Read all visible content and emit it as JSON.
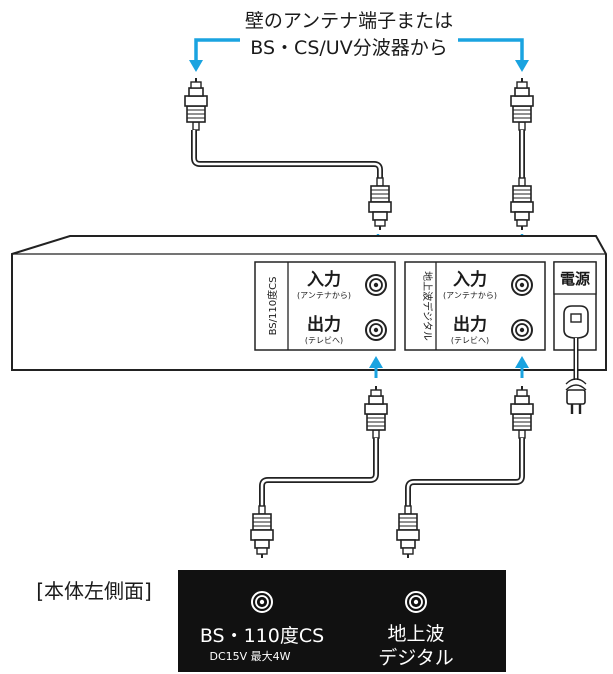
{
  "title_line1": "壁のアンテナ端子または",
  "title_line2": "BS・CS/UV分波器から",
  "box": {
    "bs_label": "BS/110度CS",
    "terr_label": "地上波デジタル",
    "in_label": "入力",
    "in_sub": "(アンテナから)",
    "out_label": "出力",
    "out_sub": "(テレビへ)",
    "power_label": "電源"
  },
  "side_label": "[本体左側面]",
  "panel": {
    "bs_line1": "BS・110度CS",
    "bs_line2": "DC15V 最大4W",
    "terr_line1": "地上波",
    "terr_line2": "デジタル"
  },
  "colors": {
    "arrow": "#1aa3e0",
    "panel_bg": "#111111",
    "box_fill": "#ffffff",
    "stroke": "#222222"
  }
}
